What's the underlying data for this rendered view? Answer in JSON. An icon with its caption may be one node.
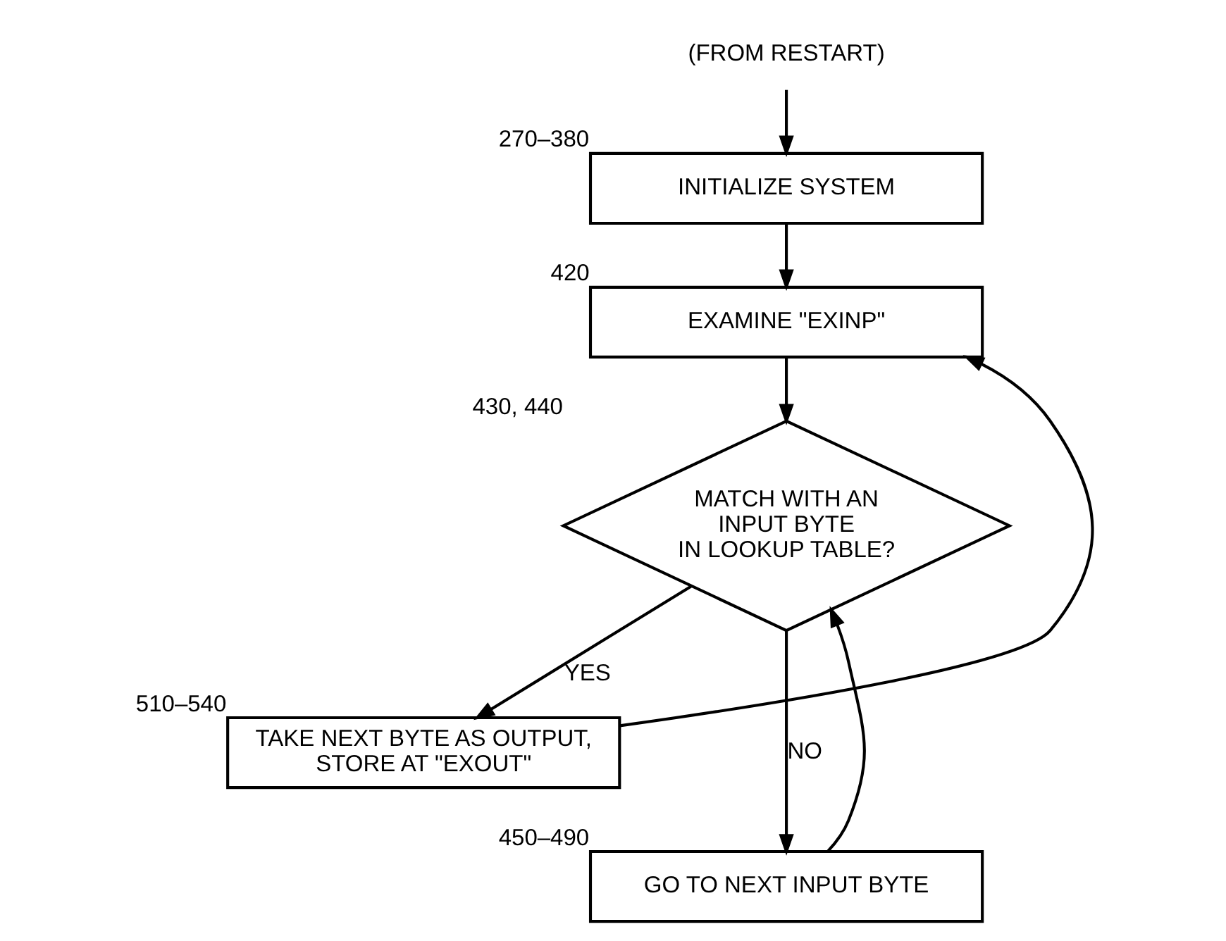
{
  "diagram": {
    "nodes": [
      {
        "text": [
          "(FROM RESTART)"
        ]
      },
      {
        "text": [
          "INITIALIZE SYSTEM"
        ],
        "beside": [
          "270–380"
        ]
      },
      {
        "text": [
          "EXAMINE \"EXINP\""
        ],
        "beside": [
          "420"
        ]
      },
      {
        "text": [
          "MATCH WITH AN INPUT BYTE IN LOOKUP TABLE?"
        ],
        "beside": [
          "430, 440"
        ]
      },
      {
        "text": [
          "TAKE NEXT BYTE AS OUTPUT, STORE AT \"EXOUT\""
        ],
        "beside": [
          "510–540"
        ]
      },
      {
        "text": [
          "GO TO NEXT INPUT BYTE"
        ],
        "beside": [
          "450–490"
        ]
      }
    ],
    "edges": [
      {
        "from": 0,
        "to": 1,
        "arrow": "to"
      },
      {
        "from": 1,
        "to": 2,
        "arrow": "to"
      },
      {
        "from": 2,
        "to": 3,
        "arrow": "to"
      },
      {
        "from": 3,
        "to": 4,
        "arrow": "to",
        "label": "YES"
      },
      {
        "from": 3,
        "to": 5,
        "arrow": "to",
        "label": "NO"
      },
      {
        "from": 5,
        "to": 3,
        "arrow": "to"
      },
      {
        "from": 4,
        "to": 2,
        "arrow": "to"
      }
    ]
  }
}
